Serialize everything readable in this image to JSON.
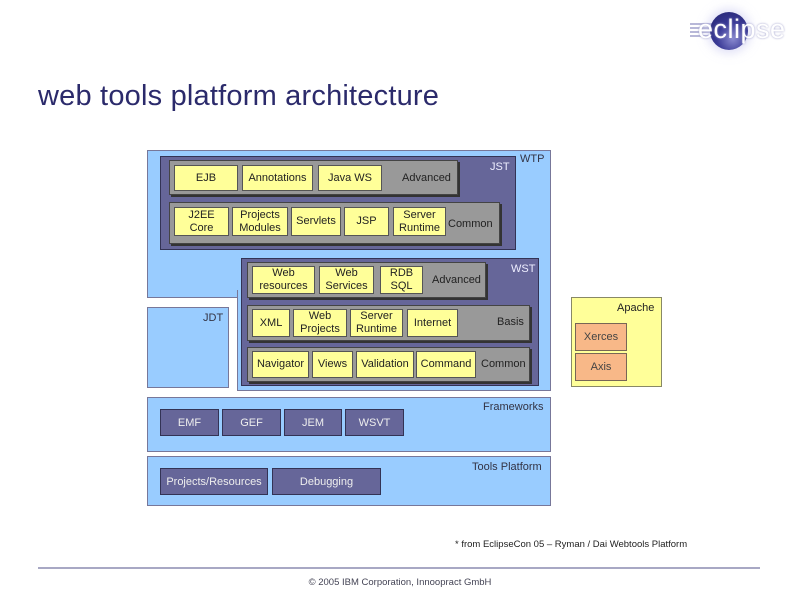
{
  "slide": {
    "title": "web tools platform architecture",
    "logo_text": "eclipse",
    "note": "* from EclipseCon 05 – Ryman / Dai Webtools Platform",
    "footer": "© 2005 IBM Corporation, Innoopract GmbH"
  },
  "diagram": {
    "wtp": {
      "label": "WTP",
      "jst": {
        "label": "JST",
        "advanced": {
          "label": "Advanced",
          "items": [
            "EJB",
            "Annotations",
            "Java WS"
          ]
        },
        "common": {
          "label": "Common",
          "items": [
            "J2EE\nCore",
            "Projects\nModules",
            "Servlets",
            "JSP",
            "Server\nRuntime"
          ]
        }
      },
      "wst": {
        "label": "WST",
        "advanced": {
          "label": "Advanced",
          "items": [
            "Web\nresources",
            "Web\nServices",
            "RDB\nSQL"
          ]
        },
        "basis": {
          "label": "Basis",
          "items": [
            "XML",
            "Web\nProjects",
            "Server\nRuntime",
            "Internet"
          ]
        },
        "common": {
          "label": "Common",
          "items": [
            "Navigator",
            "Views",
            "Validation",
            "Command"
          ]
        }
      }
    },
    "jdt": {
      "label": "JDT"
    },
    "apache": {
      "label": "Apache",
      "items": [
        "Xerces",
        "Axis"
      ]
    },
    "frameworks": {
      "label": "Frameworks",
      "items": [
        "EMF",
        "GEF",
        "JEM",
        "WSVT"
      ]
    },
    "tools_platform": {
      "label": "Tools Platform",
      "items": [
        "Projects/Resources",
        "Debugging"
      ]
    }
  },
  "colors": {
    "title": "#2b2a6b",
    "wtp_blue": "#99ccff",
    "jst_wst_purple": "#666699",
    "layer_gray": "#999999",
    "component_yellow": "#ffff99",
    "apache_peach": "#f8b888"
  }
}
